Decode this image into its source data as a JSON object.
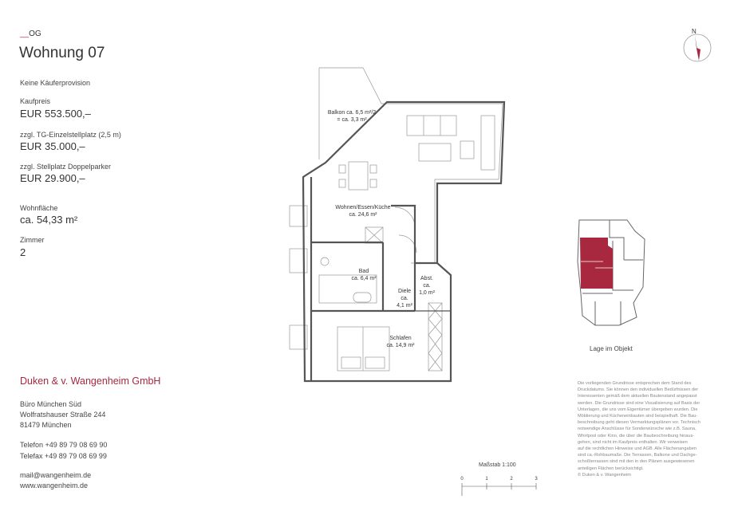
{
  "header": {
    "floor_prefix": "__",
    "floor": "OG",
    "title": "Wohnung 07"
  },
  "details": {
    "provision": "Keine Käuferprovision",
    "price_label": "Kaufpreis",
    "price_value": "EUR 553.500,–",
    "parking1_label": "zzgl. TG-Einzelstellplatz (2,5 m)",
    "parking1_value": "EUR 35.000,–",
    "parking2_label": "zzgl. Stellplatz Doppelparker",
    "parking2_value": "EUR 29.900,–",
    "area_label": "Wohnfläche",
    "area_value": "ca. 54,33 m²",
    "rooms_label": "Zimmer",
    "rooms_value": "2"
  },
  "company": {
    "name": "Duken & v. Wangenheim GmbH",
    "office": "Büro München Süd",
    "street": "Wolfratshauser Straße 244",
    "city": "81479 München",
    "phone": "Telefon +49 89 79 08 69 90",
    "fax": "Telefax +49 89 79 08 69 99",
    "email": "mail@wangenheim.de",
    "web": "www.wangenheim.de"
  },
  "plan": {
    "balkon_line1": "Balkon ca. 6,5 m²/2",
    "balkon_line2": "= ca. 3,3 m²",
    "wohnen_line1": "Wohnen/Essen/Küche",
    "wohnen_line2": "ca. 24,6 m²",
    "bad_line1": "Bad",
    "bad_line2": "ca. 6,4 m²",
    "diele_line1": "Diele",
    "diele_line2": "ca.",
    "diele_line3": "4,1 m²",
    "abst_line1": "Abst.",
    "abst_line2": "ca.",
    "abst_line3": "1,0 m²",
    "schlafen_line1": "Schlafen",
    "schlafen_line2": "ca. 14,9 m²"
  },
  "compass": {
    "north": "N"
  },
  "location": {
    "label": "Lage im Objekt"
  },
  "scale": {
    "label": "Maßstab 1:100",
    "ticks": [
      "0",
      "1",
      "2",
      "3"
    ]
  },
  "disclaimer": [
    "Die vorliegenden Grundrisse entsprechen dem Stand des",
    "Druckdatums. Sie können den individuellen Bedürfnissen der",
    "Interessenten gemäß dem aktuellen Bautenstand angepasst",
    "werden. Die Grundrisse sind eine Visualisierung auf Basis der",
    "Unterlagen, die uns vom Eigentümer übergeben wurden. Die",
    "Möblierung und Kücheneinbauten sind beispielhaft. Die Bau-",
    "beschreibung geht diesen Vermarktungsplänen vor. Technisch",
    "notwendige Anschlüsse für Sonderwünsche wie z.B. Sauna,",
    "Whirlpool oder Kino, die über die Baubeschreibung hinaus-",
    "gehen, sind nicht im Kaufpreis enthalten. Wir verweisen",
    "auf die rechtlichen Hinweise und AGB. Alle Flächenangaben",
    "sind ca.-Rohbaumaße. Die Terrassen, Balkone und Dachge-",
    "schoßterrassen sind mit den in den Plänen ausgewiesenen",
    "anteiligen Flächen berücksichtigt.",
    "© Duken & v. Wangenheim"
  ],
  "colors": {
    "accent": "#a8283f",
    "text": "#333333",
    "wall": "#555555"
  }
}
